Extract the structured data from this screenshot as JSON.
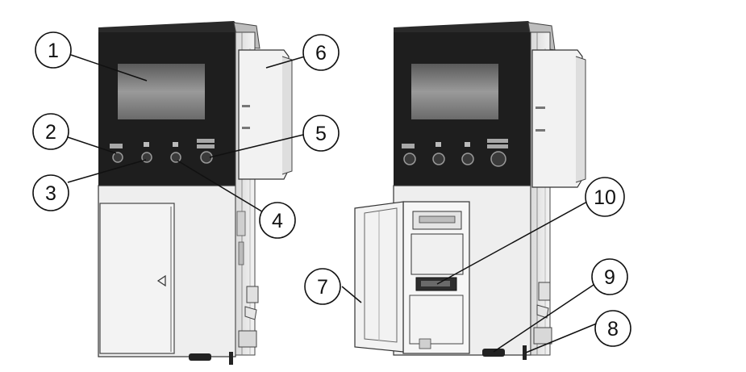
{
  "callouts": [
    {
      "id": "1",
      "label": "1"
    },
    {
      "id": "2",
      "label": "2"
    },
    {
      "id": "3",
      "label": "3"
    },
    {
      "id": "4",
      "label": "4"
    },
    {
      "id": "5",
      "label": "5"
    },
    {
      "id": "6",
      "label": "6"
    },
    {
      "id": "7",
      "label": "7"
    },
    {
      "id": "8",
      "label": "8"
    },
    {
      "id": "9",
      "label": "9"
    },
    {
      "id": "10",
      "label": "10"
    }
  ],
  "colors": {
    "panel_dark": "#1e1e1e",
    "screen": "#8a8a8a",
    "body_light": "#ececec",
    "outline": "#222222"
  }
}
